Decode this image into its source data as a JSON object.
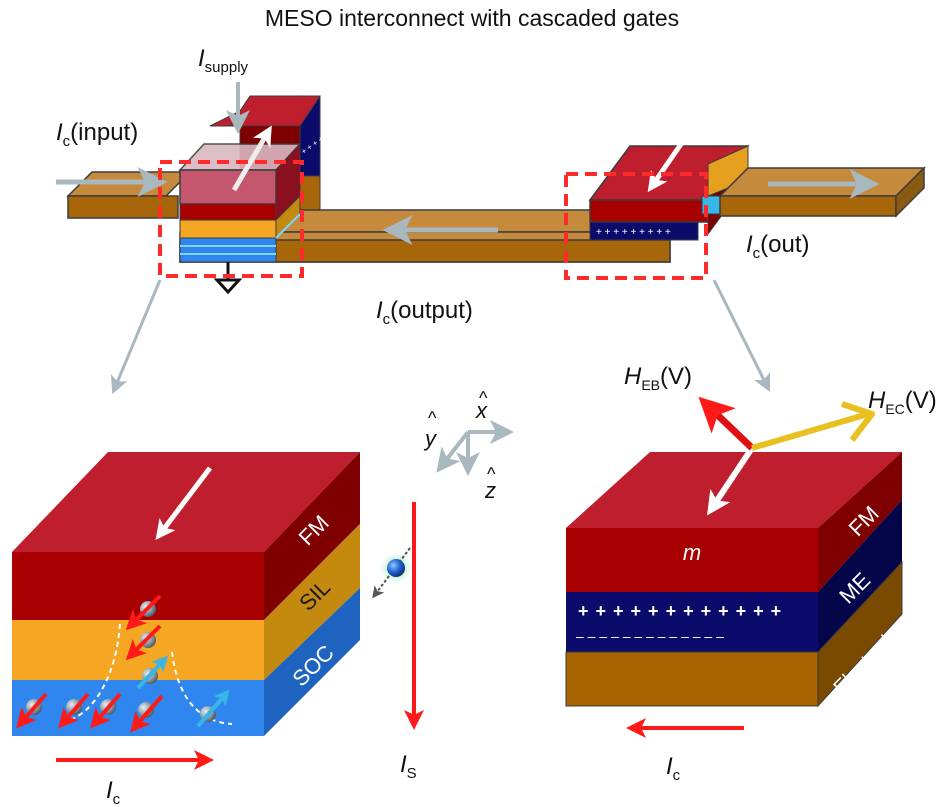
{
  "title": "MESO interconnect with cascaded gates",
  "top_device": {
    "labels": {
      "supply": {
        "main": "I",
        "sub": "supply"
      },
      "input": {
        "main": "I",
        "sub": "c",
        "suffix": "(input)"
      },
      "out": {
        "main": "I",
        "sub": "c",
        "suffix": "(out)"
      },
      "output": {
        "main": "I",
        "sub": "c",
        "suffix": "(output)"
      }
    },
    "charge_symbols": "+ + + + + + + + +"
  },
  "soc_block": {
    "layers": [
      {
        "name": "FM",
        "color": "#b2000c"
      },
      {
        "name": "SIL",
        "color": "#f5a623"
      },
      {
        "name": "SOC",
        "color": "#2b7de0"
      }
    ],
    "current_label": {
      "main": "I",
      "sub": "c"
    }
  },
  "axes": {
    "x": "x",
    "y": "y",
    "z": "z",
    "hat": "^"
  },
  "spin_current_label": {
    "main": "I",
    "sub": "S"
  },
  "me_block": {
    "layers": [
      {
        "name": "FM",
        "color": "#b2000c"
      },
      {
        "name": "ME",
        "color": "#0a0a6e"
      },
      {
        "name": "Electrode",
        "color": "#a86400"
      }
    ],
    "magnetization_label": "m",
    "plus_row": "+ + + + + + + + + + + +",
    "minus_row": "– – – – – – – – – – – – –",
    "field_eb": {
      "main": "H",
      "sub": "EB",
      "suffix": "(V)"
    },
    "field_ec": {
      "main": "H",
      "sub": "EC",
      "suffix": "(V)"
    },
    "current_label": {
      "main": "I",
      "sub": "c"
    }
  },
  "colors": {
    "fm_top": "#bf1e2e",
    "fm_front": "#a80000",
    "fm_side": "#7e0000",
    "sil_front": "#f5a623",
    "sil_side": "#c48a10",
    "soc_front": "#2e86ee",
    "soc_side": "#1f63c0",
    "wire_top": "#c58a3c",
    "wire_front": "#a8660a",
    "wire_side": "#8a5a12",
    "me_front": "#0b0b6b",
    "me_side": "#05054a",
    "highlight_dash": "#ff2a2a",
    "arrow_grey": "#a9b7bf",
    "current_red": "#ff1a1a",
    "spin_blue": "#38b6e8",
    "yellow_field": "#e8c020"
  }
}
